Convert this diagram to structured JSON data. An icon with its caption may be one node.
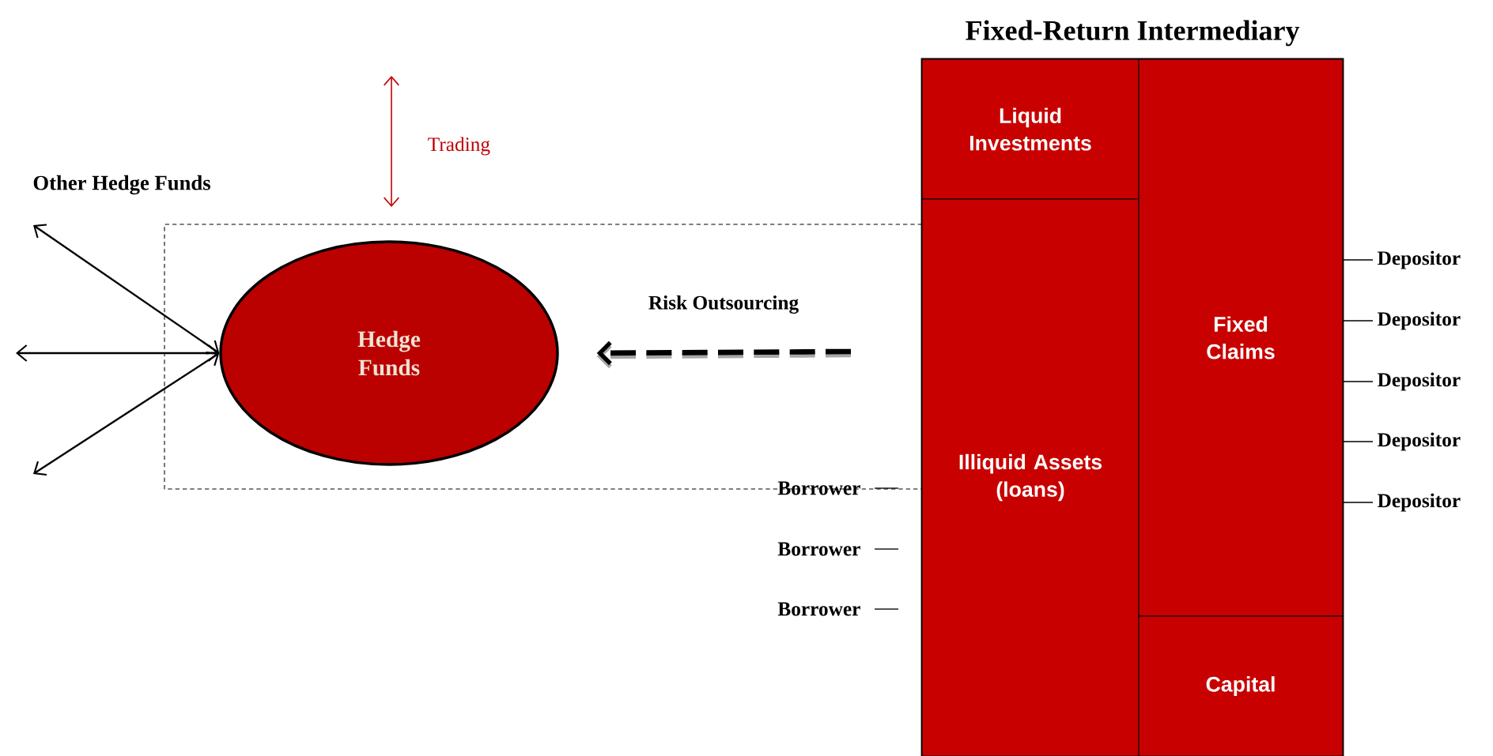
{
  "diagram": {
    "nodes": [
      {
        "text": [
          "Fixed-Return Intermediary"
        ]
      },
      {
        "text": [
          "Liquid Investments"
        ],
        "in": 0
      },
      {
        "text": [
          "Illiquid Assets (loans)"
        ],
        "in": 0
      },
      {
        "text": [
          "Fixed Claims"
        ],
        "in": 0
      },
      {
        "text": [
          "Capital"
        ],
        "in": 0
      },
      {
        "text": [
          "Hedge Funds"
        ]
      },
      {
        "text": [
          "Depositor"
        ]
      },
      {
        "text": [
          "Depositor"
        ]
      },
      {
        "text": [
          "Depositor"
        ]
      },
      {
        "text": [
          "Depositor"
        ]
      },
      {
        "text": [
          "Depositor"
        ]
      }
    ],
    "edges": [
      {
        "from": 5,
        "to": null,
        "arrow": "both"
      },
      {
        "from": 5,
        "to": null,
        "arrow": "both"
      },
      {
        "from": 5,
        "to": null,
        "arrow": "both"
      },
      {
        "from": null,
        "to": 5,
        "arrow": "to",
        "style": "dashed",
        "label": "Risk Outsourcing"
      },
      {
        "from": 6,
        "to": 3,
        "arrow": "none"
      },
      {
        "from": 7,
        "to": 3,
        "arrow": "none"
      },
      {
        "from": 8,
        "to": 3,
        "arrow": "none"
      },
      {
        "from": 9,
        "to": 3,
        "arrow": "none"
      },
      {
        "from": 10,
        "to": 3,
        "arrow": "none"
      }
    ],
    "labels": [
      "Trading",
      "Other Hedge Funds",
      "Borrower",
      "Borrower",
      "Borrower"
    ]
  }
}
